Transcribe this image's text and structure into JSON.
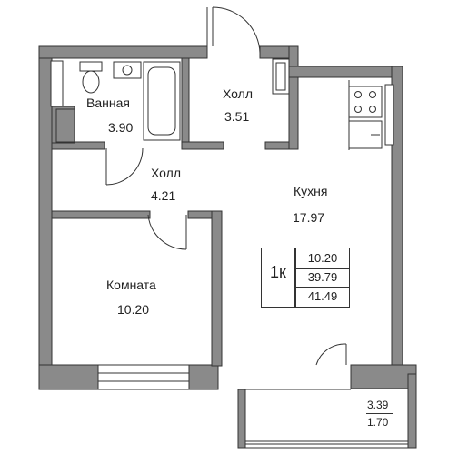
{
  "rooms": {
    "bath": {
      "name": "Ванная",
      "area": "3.90"
    },
    "hall1": {
      "name": "Холл",
      "area": "3.51"
    },
    "hall2": {
      "name": "Холл",
      "area": "4.21"
    },
    "kitchen": {
      "name": "Кухня",
      "area": "17.97"
    },
    "room": {
      "name": "Комната",
      "area": "10.20"
    }
  },
  "legend": {
    "type": "1к",
    "living": "10.20",
    "total_no_balcony": "39.79",
    "total": "41.49"
  },
  "balcony": {
    "area": "3.39",
    "reduced": "1.70"
  },
  "colors": {
    "wall": "#8a8a8a",
    "wall_stroke": "#333333",
    "line": "#333333"
  }
}
